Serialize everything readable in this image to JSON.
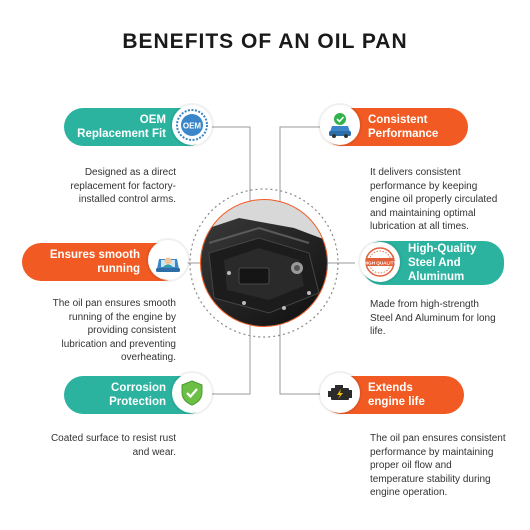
{
  "title": "BENEFITS OF AN OIL PAN",
  "colors": {
    "teal": "#2bb3a0",
    "orange": "#f15a22",
    "dark": "#1a1a1a"
  },
  "benefits": [
    {
      "label": "OEM\nReplacement Fit",
      "icon": "oem-seal-icon",
      "badge_text": "OEM",
      "description": "Designed as a direct\nreplacement for factory-\ninstalled control arms."
    },
    {
      "label": "Consistent\nPerformance",
      "icon": "car-check-icon",
      "description": "It delivers consistent\nperformance by keeping\nengine oil properly circulated\nand maintaining optimal\nlubrication at all times."
    },
    {
      "label": "Ensures smooth\nrunning",
      "icon": "driver-icon",
      "description": "The oil pan ensures smooth\nrunning of the engine by\nproviding consistent\nlubrication and preventing\noverheating."
    },
    {
      "label": "High-Quality\nSteel And\nAluminum",
      "icon": "high-quality-stamp-icon",
      "badge_text": "HIGH QUALITY",
      "description": "Made from high-strength\nSteel And Aluminum for long\nlife."
    },
    {
      "label": "Corrosion\nProtection",
      "icon": "shield-check-icon",
      "description": "Coated surface to resist rust\nand wear."
    },
    {
      "label": "Extends\nengine life",
      "icon": "engine-icon",
      "description": "The oil pan ensures consistent\nperformance by maintaining\nproper oil flow and\ntemperature stability during\nengine operation."
    }
  ]
}
